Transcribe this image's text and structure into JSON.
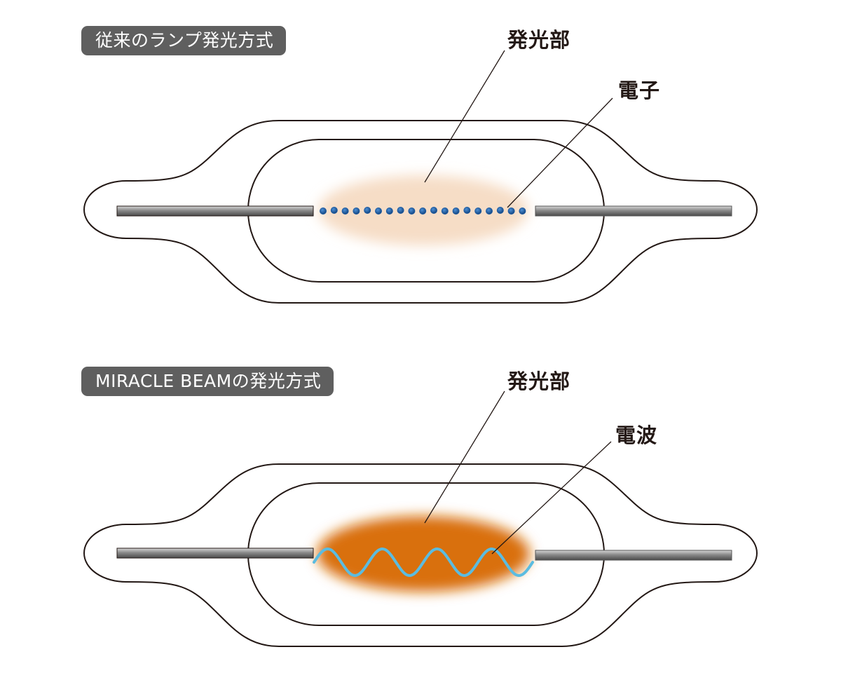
{
  "panels": [
    {
      "title": "従来のランプ発光方式",
      "emission_label": "発光部",
      "particle_label": "電子",
      "emission_color": "#f6ddc6",
      "particle_color": "#1e5aa0"
    },
    {
      "title": "MIRACLE BEAMの発光方式",
      "emission_label": "発光部",
      "particle_label": "電波",
      "emission_color": "#d9700f",
      "particle_color": "#5bbce0"
    }
  ]
}
